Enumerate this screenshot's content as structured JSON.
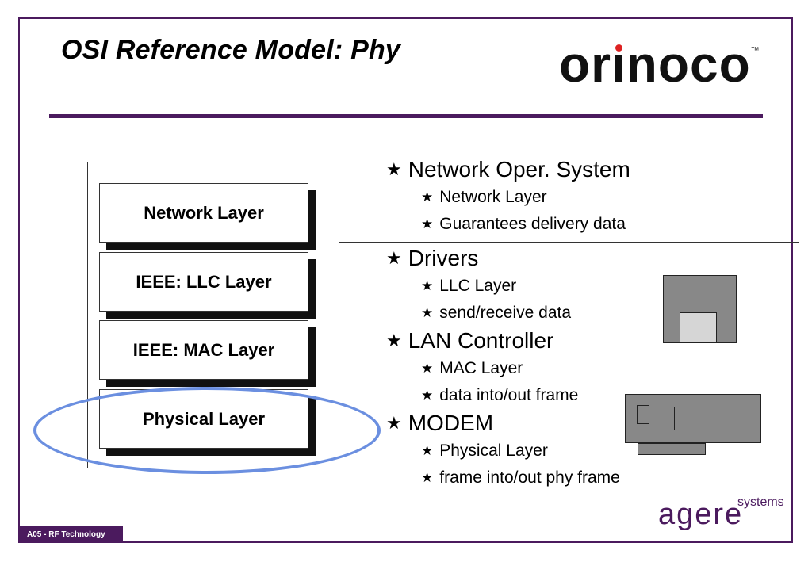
{
  "slide": {
    "title": "OSI Reference Model: Phy",
    "footer": "A05 -  RF Technology"
  },
  "logos": {
    "orinoco": {
      "text": "orinoco",
      "tm": "™",
      "dot_color": "#dd2222"
    },
    "agere": {
      "word": "agere",
      "suffix": "systems",
      "color": "#4b1a5e"
    }
  },
  "stack": {
    "layers": [
      {
        "label": "Network Layer"
      },
      {
        "label": "IEEE: LLC Layer"
      },
      {
        "label": "IEEE: MAC Layer"
      },
      {
        "label": "Physical Layer"
      }
    ],
    "highlight_color": "#6b8fe0"
  },
  "bullets": [
    {
      "text": "Network Oper. System",
      "sub": [
        "Network Layer",
        "Guarantees delivery data"
      ]
    },
    {
      "text": "Drivers",
      "sub": [
        "LLC Layer",
        "send/receive data"
      ]
    },
    {
      "text": "LAN Controller",
      "sub": [
        "MAC Layer",
        "data into/out frame"
      ]
    },
    {
      "text": "MODEM",
      "sub": [
        "Physical Layer",
        "frame into/out phy frame"
      ]
    }
  ],
  "icons": {
    "bullet": "star-icon"
  },
  "colors": {
    "accent": "#4b1a5e"
  }
}
